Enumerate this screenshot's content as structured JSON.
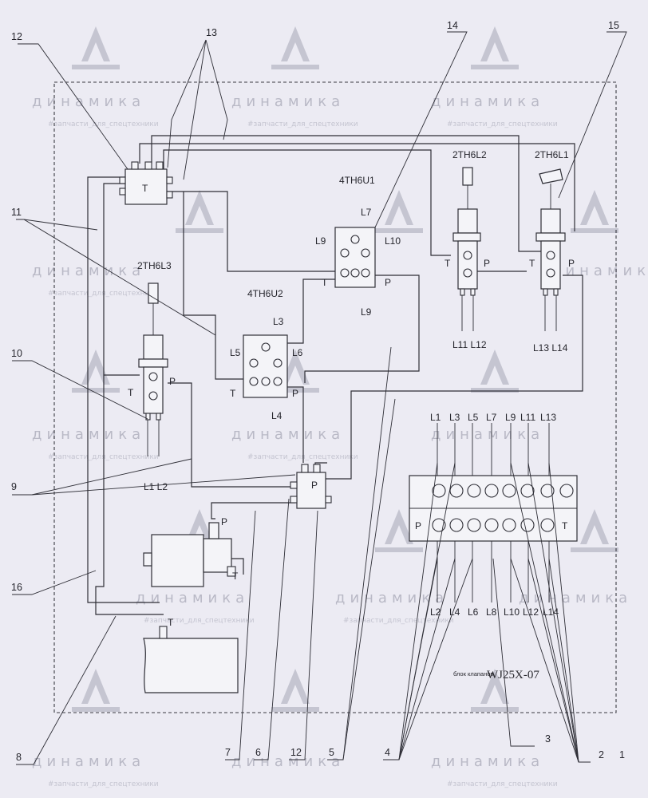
{
  "watermark": {
    "brand": "динамика",
    "tagline": "#запчасти_для_спецтехники"
  },
  "valves": {
    "v2th6l1": "2TH6L1",
    "v2th6l2": "2TH6L2",
    "v2th6l3": "2TH6L3",
    "v4th6u1": "4TH6U1",
    "v4th6u2": "4TH6U2"
  },
  "ports": {
    "T": "T",
    "P": "P",
    "L1": "L1",
    "L2": "L2",
    "L3": "L3",
    "L4": "L4",
    "L5": "L5",
    "L6": "L6",
    "L7": "L7",
    "L8": "L8",
    "L9": "L9",
    "L10": "L10",
    "L11": "L11",
    "L12": "L12",
    "L13": "L13",
    "L14": "L14"
  },
  "pair_labels": {
    "l1l2": "L1 L2",
    "l11l12": "L11 L12",
    "l13l14": "L13 L14"
  },
  "block": {
    "top_ports": [
      "L1",
      "L3",
      "L5",
      "L7",
      "L9",
      "L11",
      "L13"
    ],
    "bottom_ports": [
      "L2",
      "L4",
      "L6",
      "L8",
      "L10",
      "L12",
      "L14"
    ],
    "name_small": "блок клапанов",
    "model": "WJ25X-07"
  },
  "callouts": {
    "c1": "1",
    "c2": "2",
    "c3": "3",
    "c4": "4",
    "c5": "5",
    "c6": "6",
    "c7": "7",
    "c8": "8",
    "c9": "9",
    "c10": "10",
    "c11": "11",
    "c12a": "12",
    "c12b": "12",
    "c13": "13",
    "c14": "14",
    "c15": "15",
    "c16": "16"
  }
}
